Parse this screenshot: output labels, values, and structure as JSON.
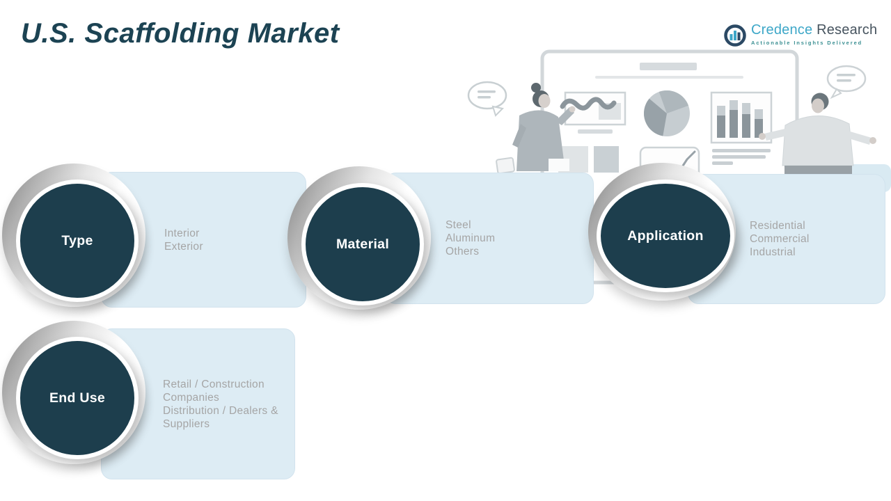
{
  "page_title": "U.S. Scaffolding Market",
  "logo": {
    "brand_first": "Credence",
    "brand_second": "Research",
    "tagline": "Actionable Insights Delivered"
  },
  "segments": [
    {
      "label": "Type",
      "items": [
        "Interior",
        "Exterior"
      ]
    },
    {
      "label": "Material",
      "items": [
        "Steel",
        "Aluminum",
        "Others"
      ]
    },
    {
      "label": "Application",
      "items": [
        "Residential",
        "Commercial",
        "Industrial"
      ]
    },
    {
      "label": "End Use",
      "items": [
        "Retail / Construction Companies",
        "Distribution / Dealers & Suppliers"
      ]
    }
  ],
  "colors": {
    "badge_dark_teal": "#1d3e4d",
    "card_light_blue": "#ddecf4",
    "title_teal": "#1c4353",
    "logo_blue": "#3da7c8",
    "logo_dark": "#47545f",
    "tagline_teal": "#3a8f92",
    "item_text_gray": "#a5a5a5"
  },
  "illustration": {
    "description": "Two presenters at a whiteboard with line, pie and bar charts"
  }
}
